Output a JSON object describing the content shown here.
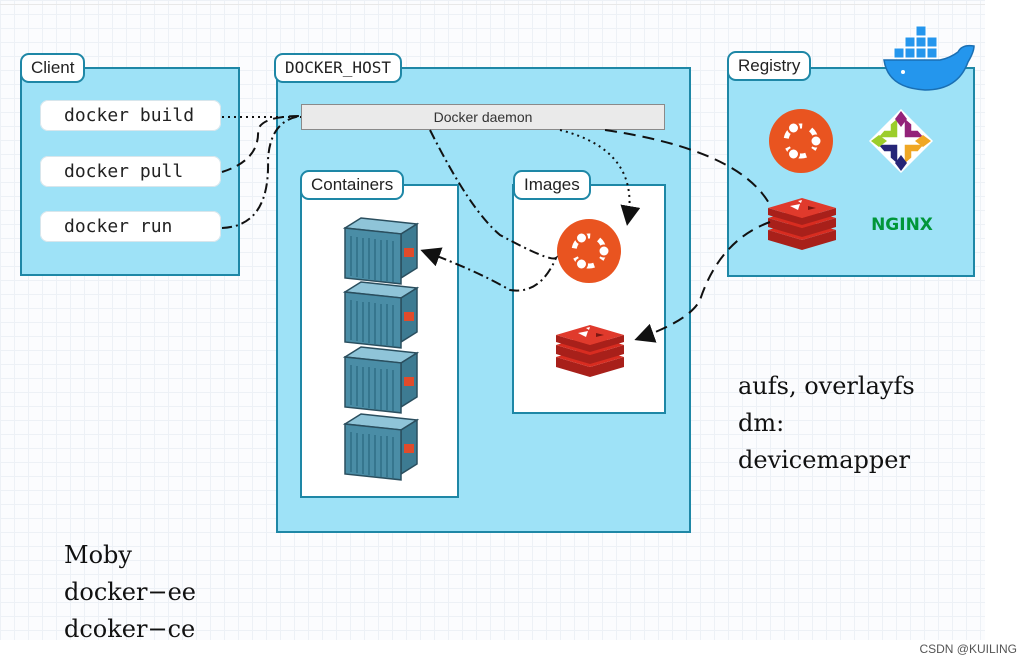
{
  "client": {
    "title": "Client",
    "commands": [
      "docker build",
      "docker pull",
      "docker run"
    ]
  },
  "host": {
    "title": "DOCKER_HOST",
    "daemon": "Docker daemon",
    "containers_title": "Containers",
    "images_title": "Images"
  },
  "registry": {
    "title": "Registry",
    "nginx_label": "NGINX"
  },
  "notes": {
    "storage": [
      "aufs, overlayfs",
      "dm:",
      "devicemapper"
    ],
    "editions": [
      "Moby",
      "docker−ee",
      "dcoker−ce"
    ]
  },
  "watermark": "CSDN @KUILING",
  "colors": {
    "panel_fill": "#9ee2f7",
    "panel_border": "#1e87a6",
    "ubuntu": "#e95420",
    "redis": "#d82c20",
    "container": "#4a8da6",
    "nginx": "#009639"
  },
  "icons": [
    "docker-whale-icon",
    "ubuntu-icon",
    "centos-icon",
    "redis-icon",
    "nginx-logo",
    "container-icon"
  ]
}
